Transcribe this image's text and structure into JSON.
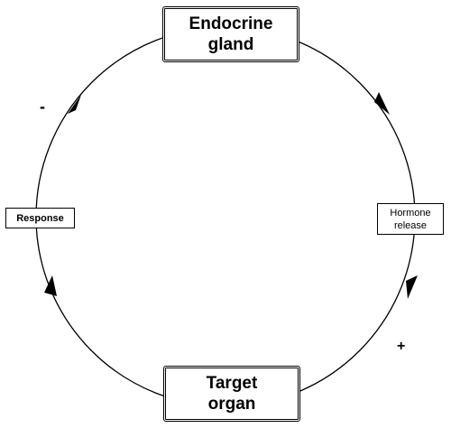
{
  "diagram": {
    "nodes": {
      "endocrine_gland": "Endocrine\ngland",
      "hormone_release": "Hormone\nrelease",
      "target_organ": "Target\norgan",
      "response": "Response"
    },
    "signs": {
      "negative": "-",
      "positive": "+"
    },
    "edges": [
      {
        "from": "endocrine_gland",
        "to": "hormone_release"
      },
      {
        "from": "hormone_release",
        "to": "target_organ"
      },
      {
        "from": "target_organ",
        "to": "response"
      },
      {
        "from": "response",
        "to": "endocrine_gland"
      }
    ],
    "colors": {
      "line": "#000000",
      "background": "#ffffff"
    }
  }
}
